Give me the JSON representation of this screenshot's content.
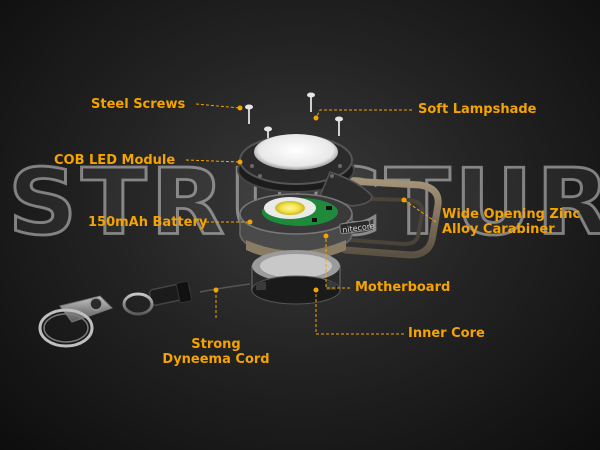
{
  "watermark": "STRUCTURE",
  "brand_mark": "nitecore",
  "colors": {
    "accent": "#f4a300",
    "background": "#1a1a1a",
    "outline": "#c8c8c8"
  },
  "labels": {
    "steel_screws": "Steel  Screws",
    "soft_lampshade": "Soft Lampshade",
    "cob_led_module": "COB LED Module",
    "battery": "150mAh Battery",
    "carabiner_line1": "Wide Opening Zinc",
    "carabiner_line2": "Alloy Carabiner",
    "motherboard": "Motherboard",
    "inner_core": "Inner  Core",
    "cord_line1": "Strong",
    "cord_line2": "Dyneema Cord"
  }
}
